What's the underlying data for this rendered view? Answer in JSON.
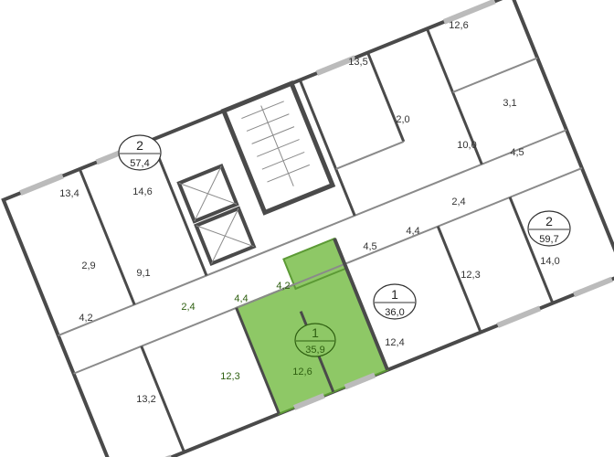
{
  "colors": {
    "wall": "#4a4a4a",
    "thin_wall": "#8a8a8a",
    "highlight": "#8ec866",
    "highlight_stroke": "#5c9a35",
    "background": "#ffffff"
  },
  "apartments": [
    {
      "id": "apt-left-2",
      "number": "2",
      "area": "57,4"
    },
    {
      "id": "apt-right-2",
      "number": "2",
      "area": "59,7"
    },
    {
      "id": "apt-right-1",
      "number": "1",
      "area": "36,0"
    },
    {
      "id": "apt-selected-1",
      "number": "1",
      "area": "35,9",
      "selected": true
    }
  ],
  "rooms": [
    {
      "label": "12,6"
    },
    {
      "label": "13,5"
    },
    {
      "label": "3,1"
    },
    {
      "label": "2,0"
    },
    {
      "label": "10,0"
    },
    {
      "label": "4,5"
    },
    {
      "label": "13,4"
    },
    {
      "label": "14,6"
    },
    {
      "label": "2,4"
    },
    {
      "label": "4,4"
    },
    {
      "label": "14,0"
    },
    {
      "label": "2,9"
    },
    {
      "label": "9,1"
    },
    {
      "label": "4,5"
    },
    {
      "label": "4,2",
      "selected": true
    },
    {
      "label": "2,4",
      "selected": true
    },
    {
      "label": "4,4",
      "selected": true
    },
    {
      "label": "12,3"
    },
    {
      "label": "4,2"
    },
    {
      "label": "12,4"
    },
    {
      "label": "12,3",
      "selected": true
    },
    {
      "label": "12,6",
      "selected": true
    },
    {
      "label": "13,2"
    }
  ]
}
